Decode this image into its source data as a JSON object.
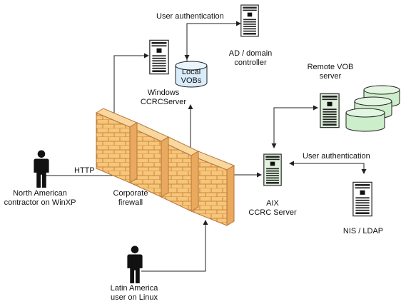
{
  "labels": {
    "user_auth_top": "User authentication",
    "ad_line1": "AD / domain",
    "ad_line2": "controller",
    "local_vobs_line1": "Local",
    "local_vobs_line2": "VOBs",
    "windows_line1": "Windows",
    "windows_line2": "CCRCServer",
    "remote_vob_line1": "Remote VOB",
    "remote_vob_line2": "server",
    "user_auth_right": "User authentication",
    "aix_line1": "AIX",
    "aix_line2": "CCRC Server",
    "nis_ldap": "NIS / LDAP",
    "http": "HTTP",
    "na_line1": "North American",
    "na_line2": "contractor on WinXP",
    "firewall_line1": "Corporate",
    "firewall_line2": "firewall",
    "latam_line1": "Latin America",
    "latam_line2": "user on Linux"
  },
  "colors": {
    "firewall_fill": "#f6c67a",
    "vob_cylinder_fill": "#d9ecfb",
    "remote_cylinder_fill": "#cdeecb",
    "server_fill": "#ffffff",
    "aix_server_fill": "#dff0dc"
  }
}
